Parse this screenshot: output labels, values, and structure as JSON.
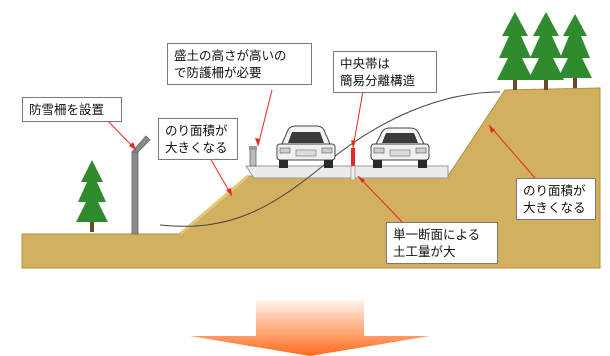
{
  "callouts": {
    "snow_fence": {
      "lines": [
        "防雪柵を設置"
      ]
    },
    "guard_fence": {
      "lines": [
        "盛土の高さが高いの",
        "で防護柵が必要"
      ]
    },
    "median": {
      "lines": [
        "中央帯は",
        "簡易分離構造"
      ]
    },
    "slope_left": {
      "lines": [
        "のり面積が",
        "大きくなる"
      ]
    },
    "slope_right": {
      "lines": [
        "のり面積が",
        "大きくなる"
      ]
    },
    "single_section": {
      "lines": [
        "単一断面による",
        "土工量が大"
      ]
    }
  },
  "colors": {
    "embankment_fill": "#d2b060",
    "embankment_edge": "#b3903c",
    "pavement": "#e8e8e8",
    "leader_line": "#e8281e",
    "tree": "#2e8b2e",
    "arrow_top": "#fff1e6",
    "arrow_bottom": "#ff6a1a"
  },
  "icons": [
    "snow-fence-icon",
    "guard-fence-icon",
    "median-post-icon",
    "car-icon",
    "tree-icon",
    "down-arrow-icon"
  ]
}
